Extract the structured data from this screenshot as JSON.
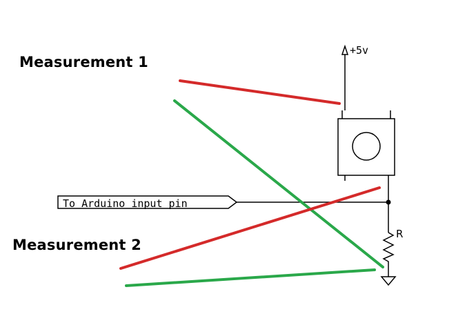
{
  "labels": {
    "measurement_1": "Measurement 1",
    "measurement_2": "Measurement 2",
    "supply": "+5v",
    "resistor": "R",
    "arduino_pin": "To Arduino input pin"
  },
  "colors": {
    "wire": "#000000",
    "red_line": "#d42a2a",
    "green_line": "#2aa84a"
  },
  "icons": [
    "supply-arrow-icon",
    "push-button-icon",
    "resistor-icon",
    "ground-icon",
    "junction-dot-icon"
  ]
}
